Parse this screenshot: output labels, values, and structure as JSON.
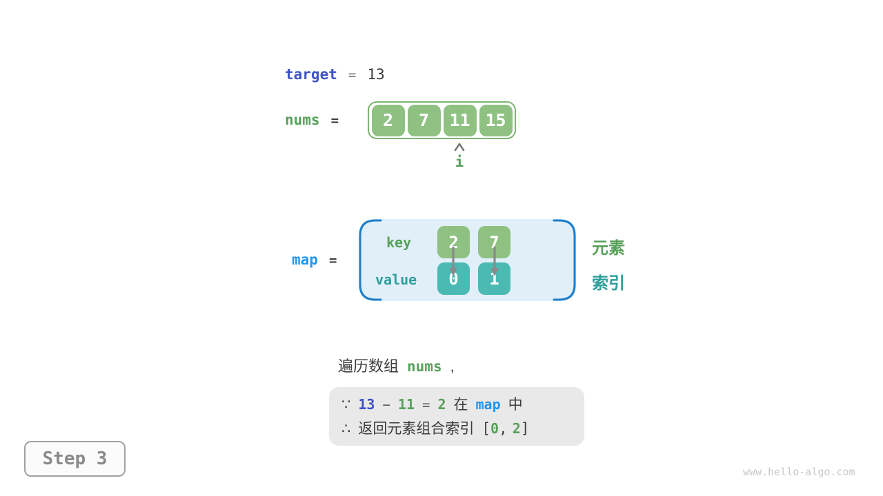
{
  "colors": {
    "target_blue": "#3d52c6",
    "map_blue": "#2196f3",
    "green_text": "#57a05a",
    "green_box_fill": "#8fc183",
    "teal_text": "#2e9e9c",
    "teal_box_fill": "#4abab3",
    "map_panel_fill": "#e1eff9",
    "map_panel_bracket": "#1e7ec8",
    "conclusion_box_fill": "#e9e9e9",
    "step_gray": "#8a8a8a"
  },
  "target": {
    "label": "target",
    "equals": "=",
    "value": "13"
  },
  "nums": {
    "label": "nums",
    "equals": "=",
    "values": [
      "2",
      "7",
      "11",
      "15"
    ],
    "pointer_label": "i",
    "pointer_index": 2
  },
  "map": {
    "label": "map",
    "equals": "=",
    "key_label": "key",
    "value_label": "value",
    "entries": [
      {
        "key": "2",
        "value": "0"
      },
      {
        "key": "7",
        "value": "1"
      }
    ],
    "side_label_element": "元素",
    "side_label_index": "索引"
  },
  "caption": {
    "prefix": "遍历数组",
    "code": "nums",
    "suffix": ","
  },
  "conclusion": {
    "line1": {
      "because": "∵",
      "minuend": "13",
      "minus": "−",
      "subtrahend": "11",
      "equals": "=",
      "difference": "2",
      "zh_in": "在",
      "map_ref": "map",
      "zh_within": "中"
    },
    "line2": {
      "therefore": "∴",
      "zh_text": "返回元素组合索引",
      "open_bracket": "[",
      "index1": "0",
      "comma": ",",
      "index2": "2",
      "close_bracket": "]"
    }
  },
  "step": {
    "label": "Step 3"
  },
  "watermark": "www.hello-algo.com"
}
